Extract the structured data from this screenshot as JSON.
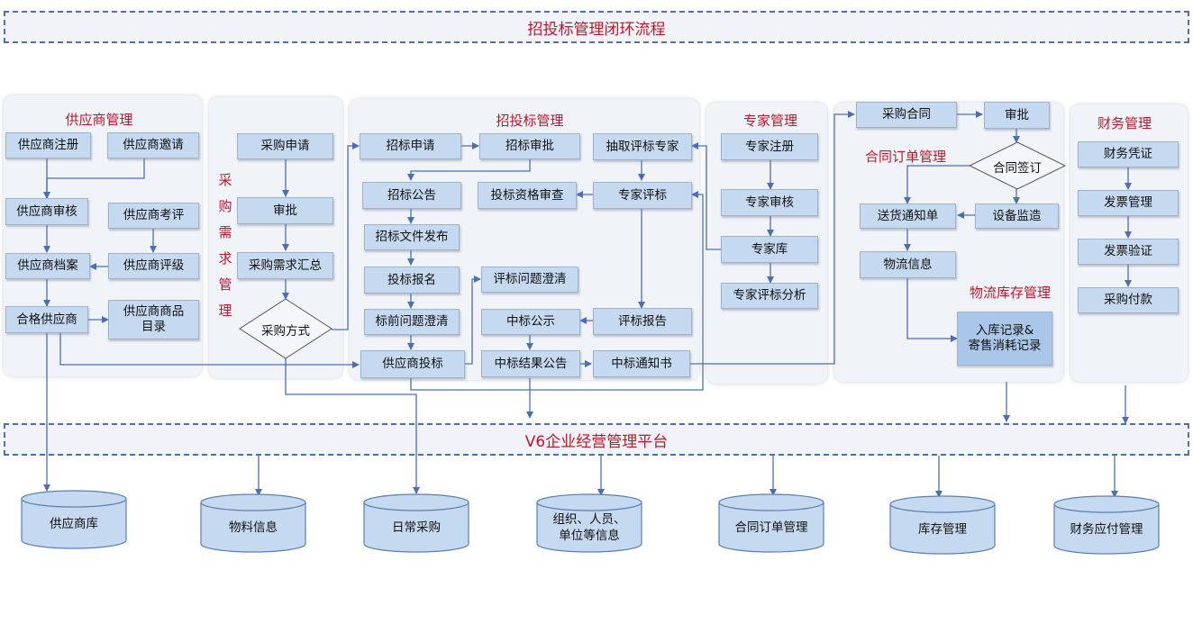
{
  "header": {
    "title": "招投标管理闭环流程"
  },
  "platform": {
    "title": "V6企业经营管理平台"
  },
  "sections": {
    "supplier": {
      "title": "供应商管理",
      "items": [
        "供应商注册",
        "供应商邀请",
        "供应商审核",
        "供应商考评",
        "供应商档案",
        "供应商评级",
        "合格供应商",
        "供应商商品\n目录"
      ]
    },
    "procurement": {
      "title_chars": [
        "采",
        "购",
        "需",
        "求",
        "管",
        "理"
      ],
      "items": [
        "采购申请",
        "审批",
        "采购需求汇总"
      ],
      "decision": "采购方式"
    },
    "bidding": {
      "title": "招投标管理",
      "items": [
        "招标申请",
        "招标审批",
        "抽取评标专家",
        "招标公告",
        "投标资格审查",
        "专家评标",
        "招标文件发布",
        "投标报名",
        "评标问题澄清",
        "标前问题澄清",
        "中标公示",
        "评标报告",
        "供应商投标",
        "中标结果公告",
        "中标通知书"
      ]
    },
    "expert": {
      "title": "专家管理",
      "items": [
        "专家注册",
        "专家审核",
        "专家库",
        "专家评标分析"
      ]
    },
    "contract": {
      "title": "合同订单管理",
      "items": [
        "采购合同",
        "审批",
        "送货通知单",
        "设备监造",
        "物流信息"
      ],
      "decision": "合同签订",
      "logistics_title": "物流库存管理",
      "storage": "入库记录&\n寄售消耗记录"
    },
    "finance": {
      "title": "财务管理",
      "items": [
        "财务凭证",
        "发票管理",
        "发票验证",
        "采购付款"
      ]
    }
  },
  "databases": [
    "供应商库",
    "物料信息",
    "日常采购",
    "组织、人员、\n单位等信息",
    "合同订单管理",
    "库存管理",
    "财务应付管理"
  ],
  "colors": {
    "accent_red": "#c0152b",
    "box_fill": "#c5d9f0",
    "arrow": "#4a6fb8"
  }
}
